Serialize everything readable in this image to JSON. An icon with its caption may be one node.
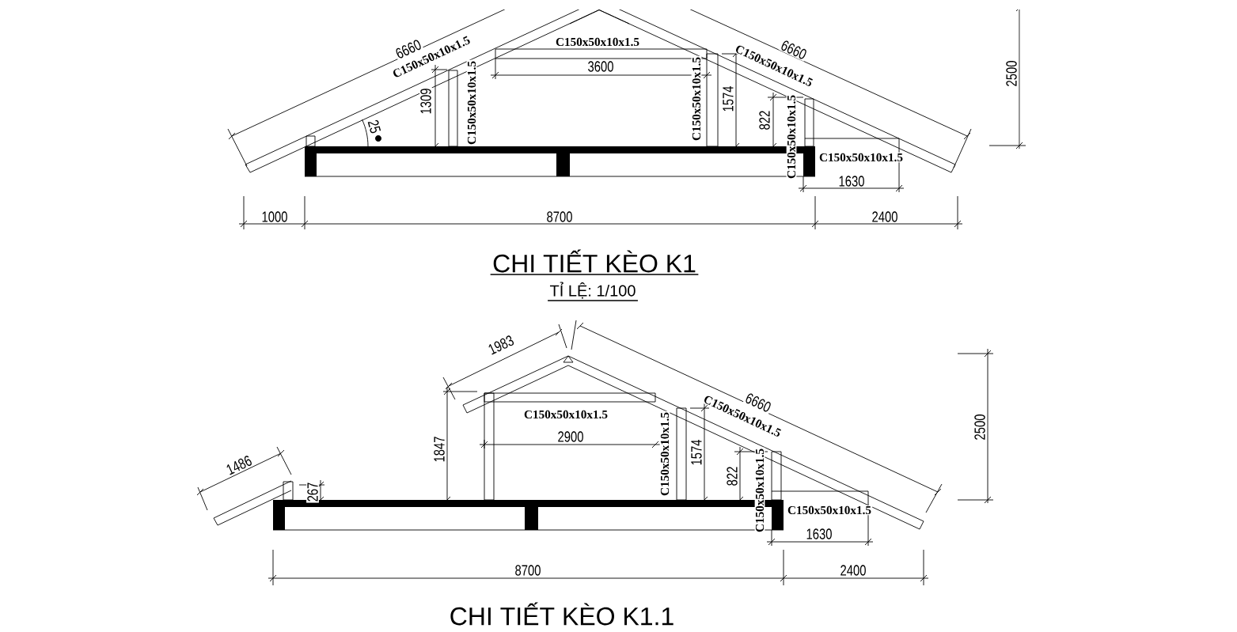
{
  "diagram": {
    "labels": [
      "6660",
      "C150x50x10x1.5",
      "C150x50x10x1.5",
      "6660",
      "C150x50x10x1.5",
      "2500",
      "3600",
      "C150x50x10x1.5",
      "1309",
      "C150x50x10x1.5",
      "1574",
      "822",
      "C150x50x10x1.5",
      "25",
      "C150x50x10x1.5",
      "1630",
      "1000",
      "8700",
      "2400",
      "CHI TIẾT KÈO K1",
      "TỈ LỆ: 1/100",
      "1983",
      "6660",
      "C150x50x10x1.5",
      "2500",
      "1486",
      "1847",
      "C150x50x10x1.5",
      "2900",
      "C150x50x10x1.5",
      "1574",
      "822",
      "C150x50x10x1.5",
      "267",
      "C150x50x10x1.5",
      "1630",
      "8700",
      "2400",
      "CHI TIẾT KÈO K1.1"
    ]
  }
}
